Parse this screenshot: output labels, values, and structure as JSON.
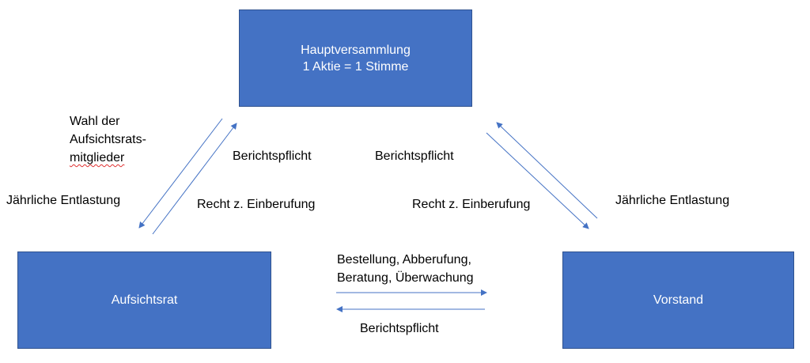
{
  "nodes": {
    "hauptversammlung": {
      "title": "Hauptversammlung",
      "subtitle": "1 Aktie = 1 Stimme"
    },
    "aufsichtsrat": {
      "title": "Aufsichtsrat"
    },
    "vorstand": {
      "title": "Vorstand"
    }
  },
  "edges": {
    "hv_to_ar": {
      "line1": "Wahl der",
      "line2": "Aufsichtsrats-",
      "line3": "mitglieder",
      "line4": "Jährliche Entlastung"
    },
    "ar_to_hv": {
      "line1": "Berichtspflicht",
      "line2": "Recht z. Einberufung"
    },
    "vs_to_hv": {
      "line1": "Berichtspflicht",
      "line2": "Recht z. Einberufung"
    },
    "hv_to_vs": {
      "line1": "Jährliche Entlastung"
    },
    "ar_to_vs": {
      "line1": "Bestellung, Abberufung,",
      "line2": "Beratung, Überwachung"
    },
    "vs_to_ar": {
      "line1": "Berichtspflicht"
    }
  },
  "colors": {
    "box_fill": "#4472C4",
    "box_border": "#2F528F",
    "box_text": "#ffffff",
    "arrow": "#4472C4",
    "spellcheck_underline": "#e03030"
  }
}
